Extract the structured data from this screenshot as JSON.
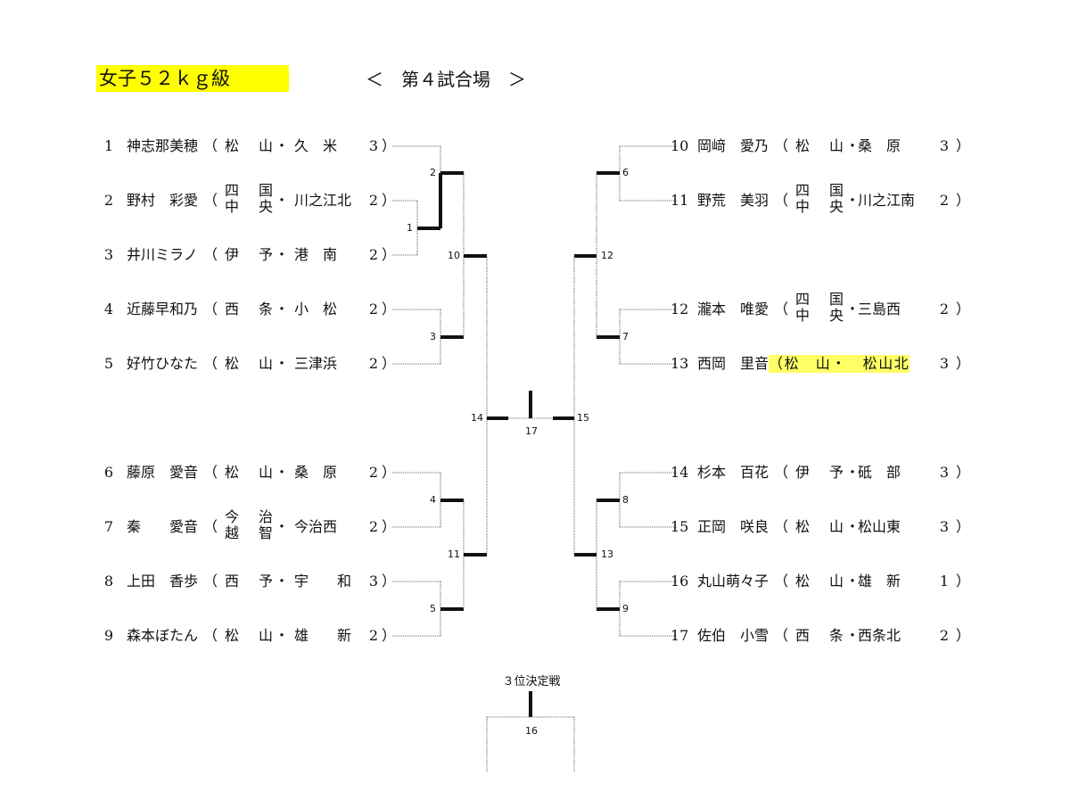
{
  "header": {
    "title": "女子５２ｋｇ級",
    "venue": "＜　第４試合場　＞"
  },
  "left_entries": [
    {
      "seed": "1",
      "name": "神志那美穂",
      "pref": "松　山",
      "school": "久　米",
      "grade": "3"
    },
    {
      "seed": "2",
      "name": "野村　彩愛",
      "pref": "四国中央",
      "school": "川之江北",
      "grade": "2"
    },
    {
      "seed": "3",
      "name": "井川ミラノ",
      "pref": "伊　予",
      "school": "港　南",
      "grade": "2"
    },
    {
      "seed": "4",
      "name": "近藤早和乃",
      "pref": "西　条",
      "school": "小　松",
      "grade": "2"
    },
    {
      "seed": "5",
      "name": "好竹ひなた",
      "pref": "松　山",
      "school": "三津浜",
      "grade": "2"
    },
    {
      "seed": "6",
      "name": "藤原　愛音",
      "pref": "松　山",
      "school": "桑　原",
      "grade": "2"
    },
    {
      "seed": "7",
      "name": "秦　　愛音",
      "pref": "今治越智",
      "school": "今治西",
      "grade": "2"
    },
    {
      "seed": "8",
      "name": "上田　香歩",
      "pref": "西　予",
      "school": "宇　　和",
      "grade": "3"
    },
    {
      "seed": "9",
      "name": "森本ぼたん",
      "pref": "松　山",
      "school": "雄　　新",
      "grade": "2"
    }
  ],
  "right_entries": [
    {
      "seed": "10",
      "name": "岡﨑　愛乃",
      "pref": "松　山",
      "school": "桑　原",
      "grade": "3"
    },
    {
      "seed": "11",
      "name": "野荒　美羽",
      "pref": "四国中央",
      "school": "川之江南",
      "grade": "2"
    },
    {
      "seed": "12",
      "name": "瀧本　唯愛",
      "pref": "四国中央",
      "school": "三島西",
      "grade": "2"
    },
    {
      "seed": "13",
      "name": "西岡　里音",
      "pref": "松　山",
      "school": "松山北",
      "grade": "3",
      "highlight": "（松　山・　松山北",
      "highlight_color": "#ffff66"
    },
    {
      "seed": "14",
      "name": "杉本　百花",
      "pref": "伊　予",
      "school": "砥　部",
      "grade": "3"
    },
    {
      "seed": "15",
      "name": "正岡　咲良",
      "pref": "松　山",
      "school": "松山東",
      "grade": "3"
    },
    {
      "seed": "16",
      "name": "丸山萌々子",
      "pref": "松　山",
      "school": "雄　新",
      "grade": "1"
    },
    {
      "seed": "17",
      "name": "佐伯　小雪",
      "pref": "西　条",
      "school": "西条北",
      "grade": "2"
    }
  ],
  "matches": [
    "1",
    "2",
    "3",
    "4",
    "5",
    "6",
    "7",
    "8",
    "9",
    "10",
    "11",
    "12",
    "13",
    "14",
    "15",
    "16",
    "17"
  ],
  "third_place": {
    "label": "３位決定戦",
    "match": "16"
  },
  "colors": {
    "title_highlight": "#ffff00",
    "entry_highlight": "#ffff66"
  }
}
